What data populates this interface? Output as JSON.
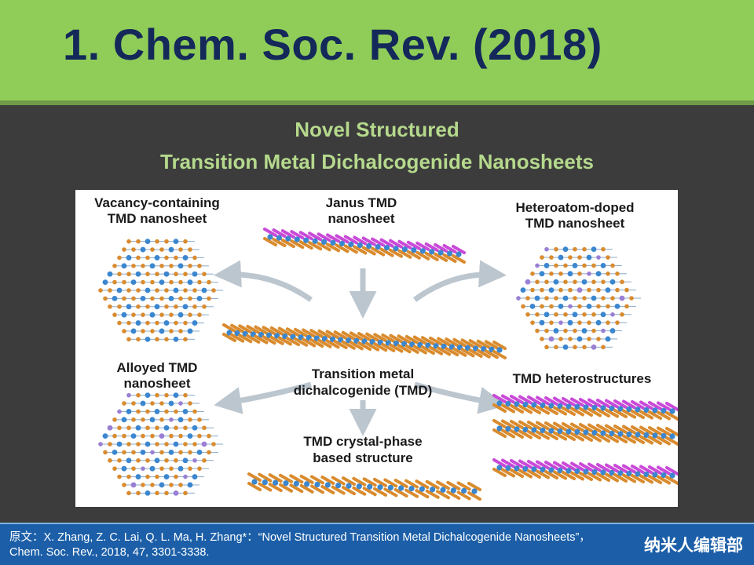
{
  "header": {
    "title": "1. Chem. Soc. Rev.  (2018)"
  },
  "subtitle": {
    "line1": "Novel Structured",
    "line2": "Transition Metal Dichalcogenide Nanosheets"
  },
  "figure": {
    "labels": {
      "vacancy_1": "Vacancy-containing",
      "vacancy_2": "TMD nanosheet",
      "janus_1": "Janus TMD",
      "janus_2": "nanosheet",
      "hetero_doped_1": "Heteroatom-doped",
      "hetero_doped_2": "TMD nanosheet",
      "center_1": "Transition metal",
      "center_2": "dichalcogenide (TMD)",
      "alloyed_1": "Alloyed TMD",
      "alloyed_2": "nanosheet",
      "heterostructures": "TMD heterostructures",
      "crystal_phase_1": "TMD crystal-phase",
      "crystal_phase_2": "based structure"
    },
    "colors": {
      "metal": "#3a86cf",
      "chalcogen": "#d98b2e",
      "janus_top": "#c94ad8",
      "dopant": "#9a7fd4",
      "arrow": "#bcc6cf"
    }
  },
  "footer": {
    "citation": "原文：X. Zhang, Z. C. Lai, Q. L. Ma, H. Zhang*：“Novel Structured Transition Metal Dichalcogenide Nanosheets”，Chem. Soc. Rev., 2018, 47, 3301-3338.",
    "brand": "纳米人编辑部"
  }
}
